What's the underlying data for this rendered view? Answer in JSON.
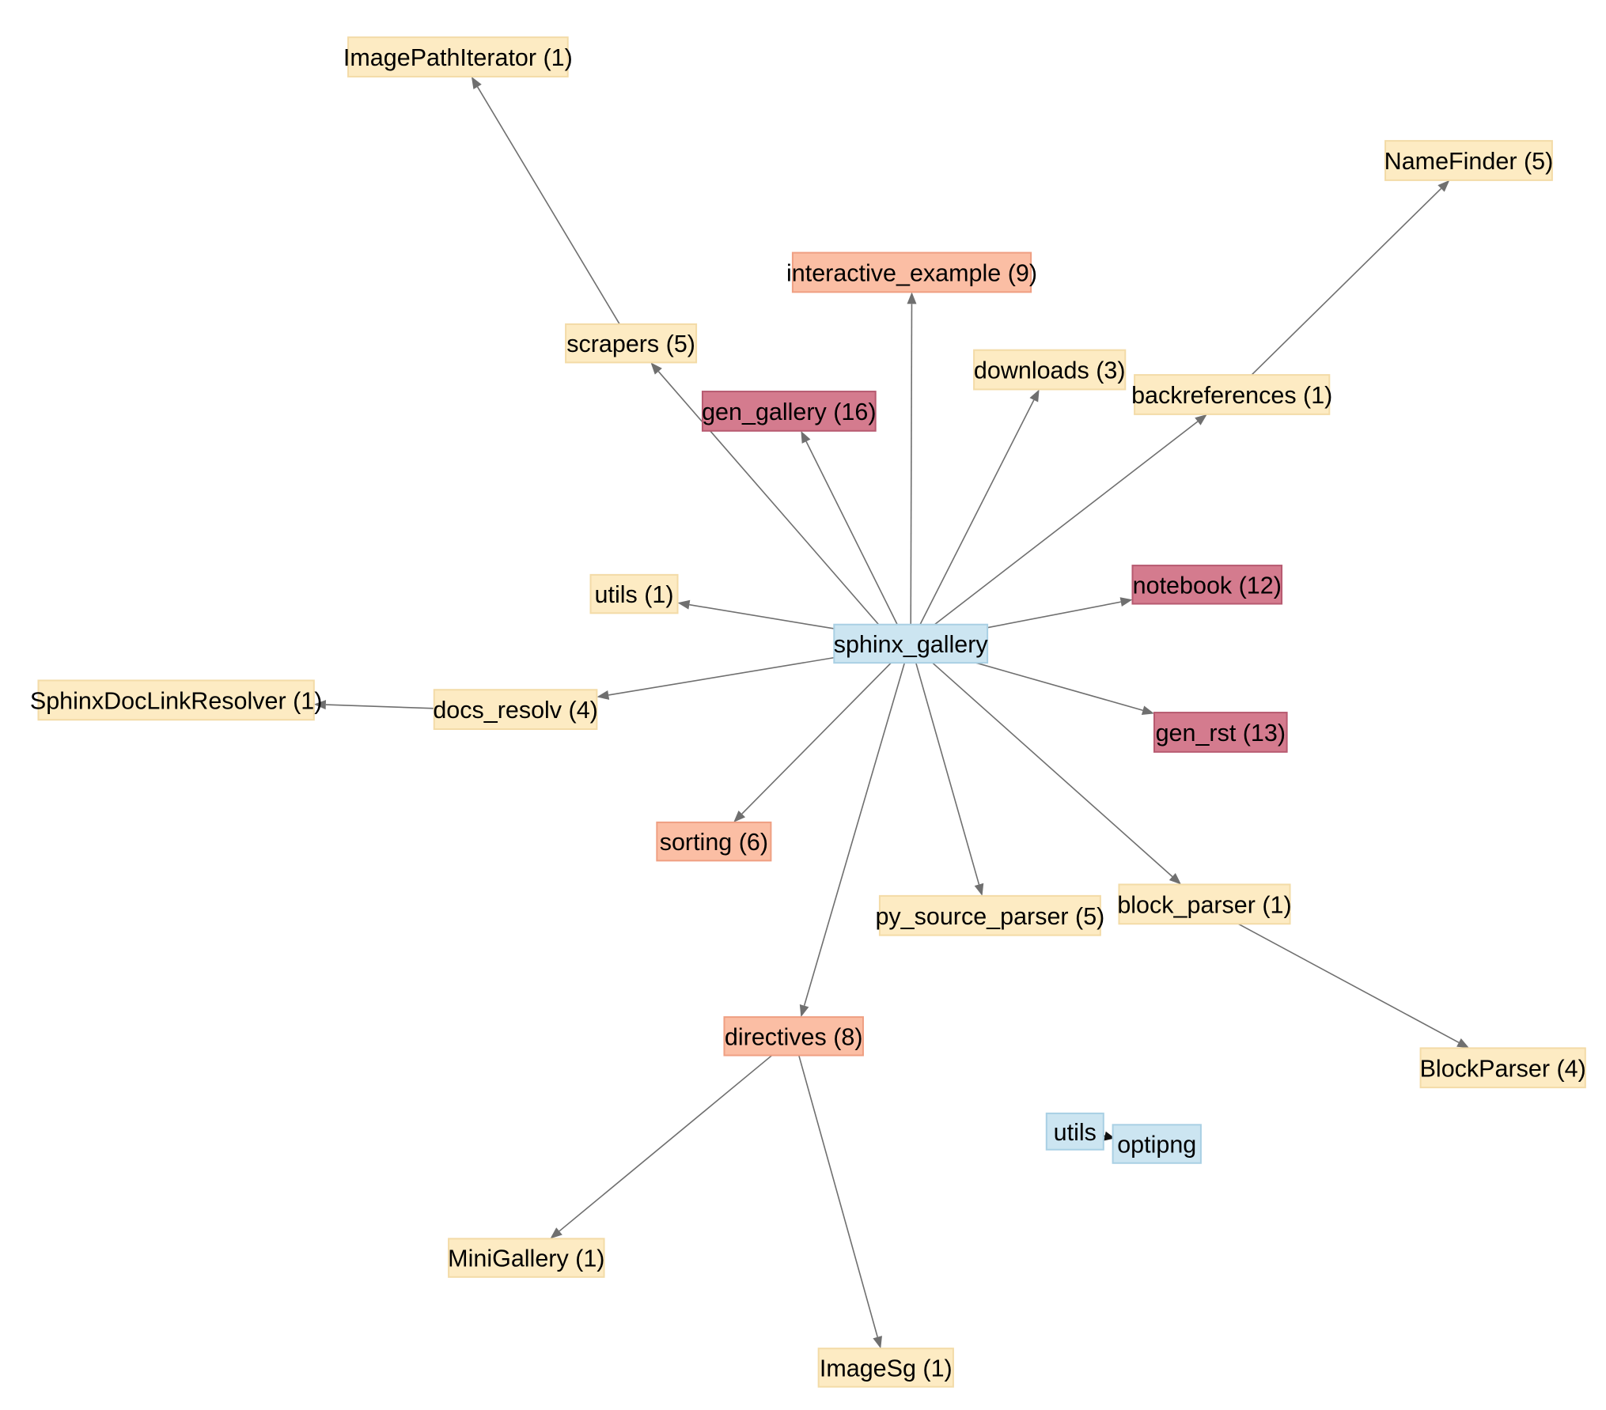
{
  "colors": {
    "module": "#cce5f1",
    "module_border": "#a9d0e4",
    "low": "#fdebc3",
    "low_border": "#f3dba7",
    "medium": "#fbbea4",
    "medium_border": "#ef9f82",
    "high": "#d47b8e",
    "high_border": "#b75a70",
    "edge": "#6f6f6f"
  },
  "nodes": [
    {
      "id": "sphinx_gallery",
      "label": "sphinx_gallery",
      "kind": "module"
    },
    {
      "id": "image_path_iterator",
      "label": "ImagePathIterator (1)",
      "kind": "low"
    },
    {
      "id": "name_finder",
      "label": "NameFinder (5)",
      "kind": "low"
    },
    {
      "id": "interactive_example",
      "label": "interactive_example (9)",
      "kind": "medium"
    },
    {
      "id": "scrapers",
      "label": "scrapers (5)",
      "kind": "low"
    },
    {
      "id": "downloads",
      "label": "downloads (3)",
      "kind": "low"
    },
    {
      "id": "backreferences",
      "label": "backreferences (1)",
      "kind": "low"
    },
    {
      "id": "gen_gallery",
      "label": "gen_gallery (16)",
      "kind": "high"
    },
    {
      "id": "notebook",
      "label": "notebook (12)",
      "kind": "high"
    },
    {
      "id": "utils_1",
      "label": "utils (1)",
      "kind": "low"
    },
    {
      "id": "sphinx_doc_link_resolver",
      "label": "SphinxDocLinkResolver (1)",
      "kind": "low"
    },
    {
      "id": "docs_resolv",
      "label": "docs_resolv (4)",
      "kind": "low"
    },
    {
      "id": "gen_rst",
      "label": "gen_rst (13)",
      "kind": "high"
    },
    {
      "id": "sorting",
      "label": "sorting (6)",
      "kind": "medium"
    },
    {
      "id": "py_source_parser",
      "label": "py_source_parser (5)",
      "kind": "low"
    },
    {
      "id": "block_parser",
      "label": "block_parser (1)",
      "kind": "low"
    },
    {
      "id": "directives",
      "label": "directives (8)",
      "kind": "medium"
    },
    {
      "id": "block_parser_class",
      "label": "BlockParser (4)",
      "kind": "low"
    },
    {
      "id": "utils_mod",
      "label": "utils",
      "kind": "module"
    },
    {
      "id": "optipng",
      "label": "optipng",
      "kind": "module"
    },
    {
      "id": "mini_gallery",
      "label": "MiniGallery (1)",
      "kind": "low"
    },
    {
      "id": "image_sg",
      "label": "ImageSg (1)",
      "kind": "low"
    }
  ],
  "edges": [
    {
      "from": "sphinx_gallery",
      "to": "scrapers"
    },
    {
      "from": "sphinx_gallery",
      "to": "gen_gallery"
    },
    {
      "from": "sphinx_gallery",
      "to": "interactive_example"
    },
    {
      "from": "sphinx_gallery",
      "to": "downloads"
    },
    {
      "from": "sphinx_gallery",
      "to": "backreferences"
    },
    {
      "from": "sphinx_gallery",
      "to": "notebook"
    },
    {
      "from": "sphinx_gallery",
      "to": "utils_1"
    },
    {
      "from": "sphinx_gallery",
      "to": "docs_resolv"
    },
    {
      "from": "sphinx_gallery",
      "to": "gen_rst"
    },
    {
      "from": "sphinx_gallery",
      "to": "sorting"
    },
    {
      "from": "sphinx_gallery",
      "to": "py_source_parser"
    },
    {
      "from": "sphinx_gallery",
      "to": "block_parser"
    },
    {
      "from": "sphinx_gallery",
      "to": "directives"
    },
    {
      "from": "scrapers",
      "to": "image_path_iterator"
    },
    {
      "from": "backreferences",
      "to": "name_finder"
    },
    {
      "from": "docs_resolv",
      "to": "sphinx_doc_link_resolver"
    },
    {
      "from": "block_parser",
      "to": "block_parser_class"
    },
    {
      "from": "directives",
      "to": "mini_gallery"
    },
    {
      "from": "directives",
      "to": "image_sg"
    },
    {
      "from": "utils_mod",
      "to": "optipng"
    }
  ]
}
